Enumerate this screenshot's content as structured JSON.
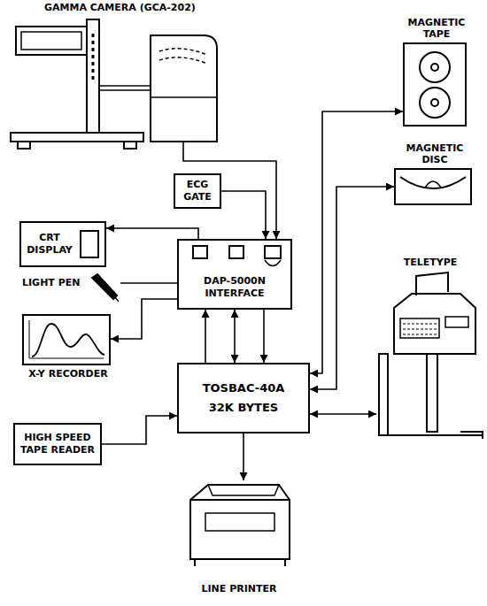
{
  "diagram": {
    "nodes": [
      {
        "text": [
          "GAMMA CAMERA (GCA-202)"
        ]
      },
      {
        "text": [
          "MAGNETIC TAPE"
        ]
      },
      {
        "text": [
          "MAGNETIC DISC"
        ]
      },
      {
        "text": [
          "ECG GATE"
        ]
      },
      {
        "text": [
          "CRT DISPLAY"
        ]
      },
      {
        "text": [
          "LIGHT PEN"
        ]
      },
      {
        "text": [
          "DAP-5000N INTERFACE"
        ]
      },
      {
        "text": [
          "X-Y RECORDER"
        ]
      },
      {
        "text": [
          "TOSBAC-40A",
          "32K BYTES"
        ]
      },
      {
        "text": [
          "HIGH SPEED TAPE READER"
        ]
      },
      {
        "text": [
          "TELETYPE"
        ]
      },
      {
        "text": [
          "LINE PRINTER"
        ]
      }
    ],
    "edges": [
      {
        "from": 0,
        "to": 6,
        "arrow": "to"
      },
      {
        "from": 3,
        "to": 6,
        "arrow": "to"
      },
      {
        "from": 6,
        "to": 4,
        "arrow": "to"
      },
      {
        "from": 5,
        "to": 6,
        "arrow": "none"
      },
      {
        "from": 6,
        "to": 7,
        "arrow": "to"
      },
      {
        "from": 8,
        "to": 6,
        "arrow": "to"
      },
      {
        "from": 6,
        "to": 8,
        "arrow": "both"
      },
      {
        "from": 6,
        "to": 8,
        "arrow": "to"
      },
      {
        "from": 9,
        "to": 8,
        "arrow": "to"
      },
      {
        "from": 8,
        "to": 11,
        "arrow": "to"
      },
      {
        "from": 8,
        "to": 10,
        "arrow": "both"
      },
      {
        "from": 8,
        "to": 2,
        "arrow": "both"
      },
      {
        "from": 8,
        "to": 1,
        "arrow": "both"
      }
    ]
  }
}
